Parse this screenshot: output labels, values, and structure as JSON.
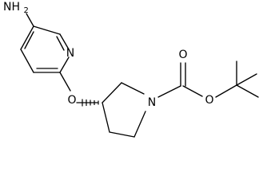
{
  "structure": {
    "atoms": {
      "amine": "NH2",
      "pyridine_n": "N",
      "ether_o": "O",
      "pyrrolidine_n": "N",
      "carbonyl_o": "O",
      "ester_o": "O"
    }
  },
  "colors": {
    "bond": "#000000",
    "label": "#000000",
    "background": "#ffffff"
  }
}
